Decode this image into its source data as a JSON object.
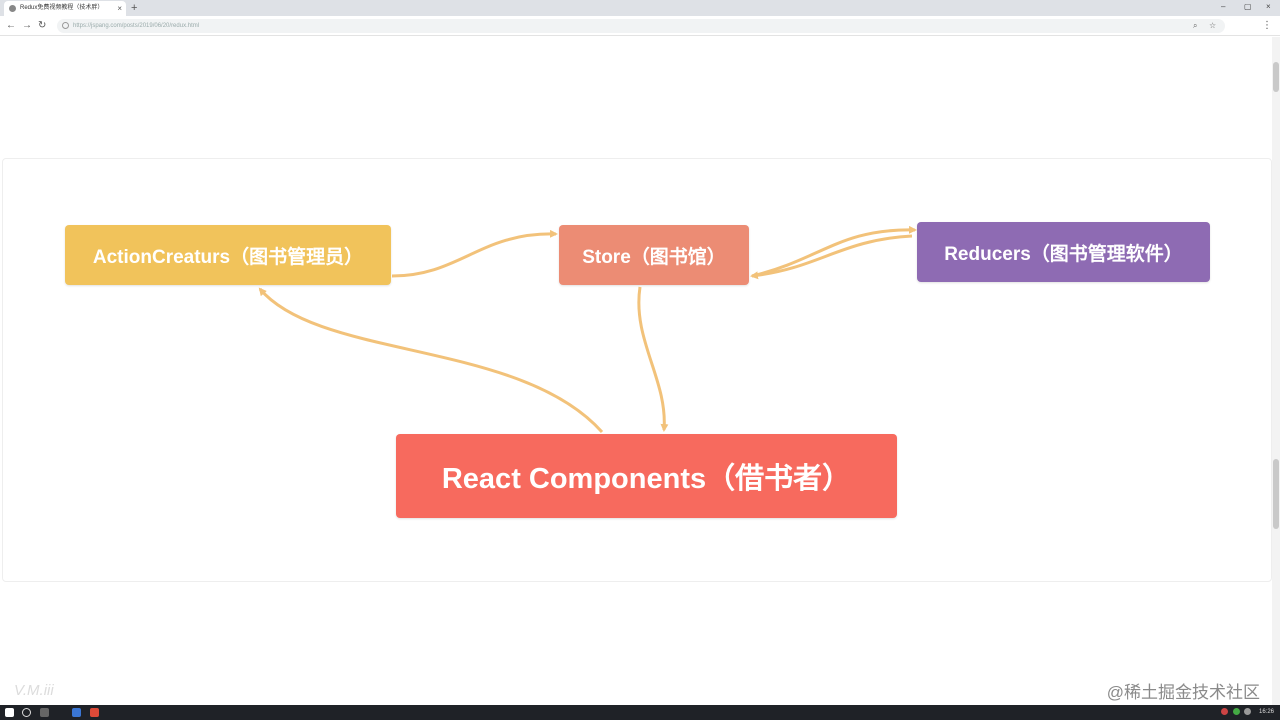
{
  "browser": {
    "tab_title": "Redux免费视频教程（技术胖）",
    "tab_close": "×",
    "new_tab": "+",
    "url": "https://jspang.com/posts/2019/06/20/redux.html",
    "window_controls": {
      "minimize": "–",
      "maximize": "▢",
      "close": "×"
    }
  },
  "diagram": {
    "nodes": {
      "action_creators": "ActionCreaturs（图书管理员）",
      "store": "Store（图书馆）",
      "reducers": "Reducers（图书管理软件）",
      "react_components": "React Components（借书者）"
    }
  },
  "watermark": "@稀土掘金技术社区",
  "watermark_left": "V.M.iii",
  "taskbar": {
    "clock": "16:26"
  },
  "colors": {
    "action_creators": "#f1c35b",
    "store": "#ec8c74",
    "reducers": "#8e6bb3",
    "react_components": "#f76a5e",
    "arrow": "#f2c27a"
  },
  "icons": [
    "back-icon",
    "forward-icon",
    "reload-icon",
    "lock-icon",
    "zoom-icon",
    "star-icon",
    "menu-icon",
    "windows-start-icon",
    "search-icon",
    "task-view-icon"
  ]
}
